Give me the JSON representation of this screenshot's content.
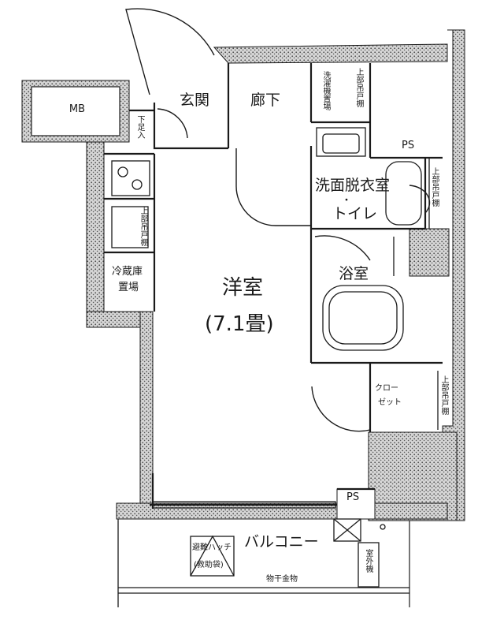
{
  "rooms": {
    "mb": "MB",
    "genkan": "玄関",
    "rouka": "廊下",
    "washer": "洗濯機置場",
    "upper_storage_1": "上部吊戸棚",
    "shoe": "下足入",
    "ps_top": "PS",
    "wash_toilet_1": "洗面脱衣室",
    "wash_toilet_sep": "・",
    "wash_toilet_2": "トイレ",
    "upper_storage_2": "上部吊戸棚",
    "upper_storage_3": "上部吊戸棚",
    "fridge_1": "冷蔵庫",
    "fridge_2": "置場",
    "youshitsu": "洋室",
    "size": "(7.1畳)",
    "bath": "浴室",
    "closet_1": "クロー",
    "closet_2": "ゼット",
    "upper_storage_4": "上部吊戸棚",
    "ps_bottom": "PS",
    "balcony": "バルコニー",
    "escape_1": "避難ハッチ",
    "escape_2": "(救助袋)",
    "outdoor_unit": "室外機",
    "handrail": "物干金物"
  },
  "colors": {
    "wall_fill": "#8f8f8f",
    "line": "#1a1a1a",
    "background": "#ffffff"
  }
}
